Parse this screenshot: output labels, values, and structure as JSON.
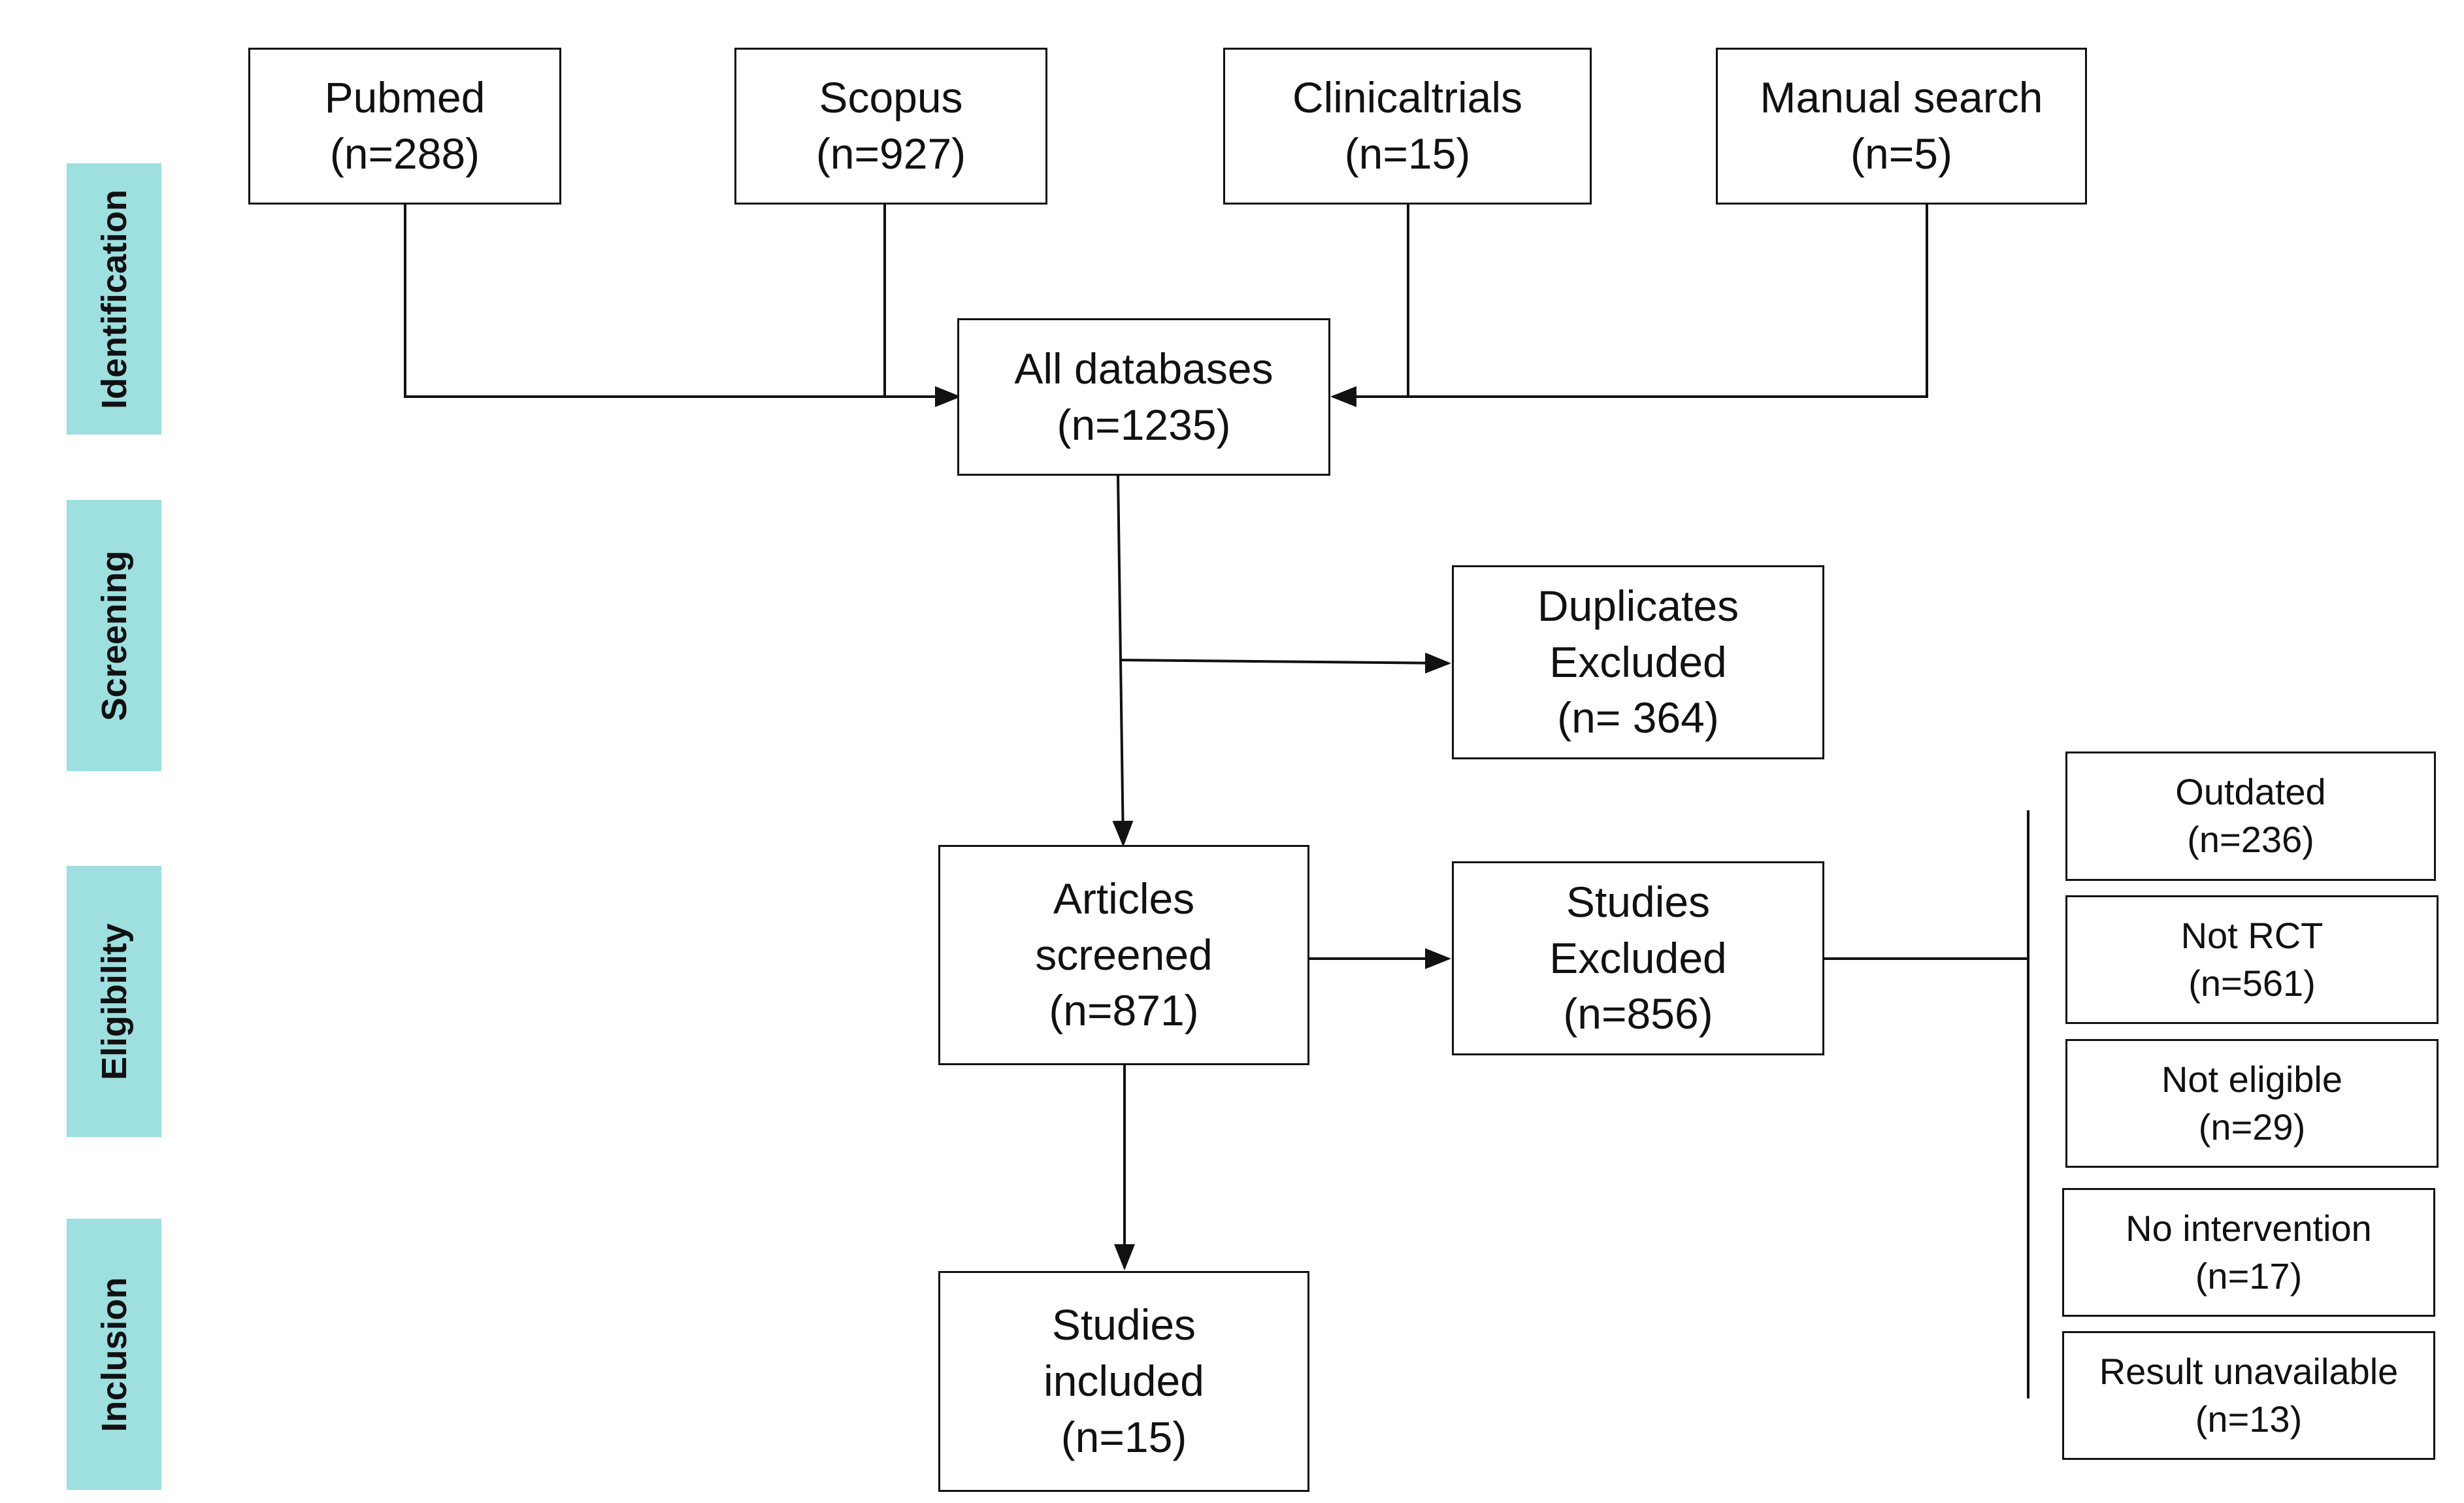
{
  "phases": {
    "identification": "Identification",
    "screening": "Screening",
    "eligibility": "Eligibility",
    "inclusion": "Inclusion"
  },
  "sources": {
    "pubmed": {
      "name": "Pubmed",
      "count": "(n=288)"
    },
    "scopus": {
      "name": "Scopus",
      "count": "(n=927)"
    },
    "clinicaltrials": {
      "name": "Clinicaltrials",
      "count": "(n=15)"
    },
    "manual": {
      "name": "Manual search",
      "count": "(n=5)"
    }
  },
  "all_databases": {
    "line1": "All databases",
    "count": "(n=1235)"
  },
  "duplicates": {
    "line1": "Duplicates",
    "line2": "Excluded",
    "count": "(n= 364)"
  },
  "articles_screened": {
    "line1": "Articles",
    "line2": "screened",
    "count": "(n=871)"
  },
  "studies_excluded": {
    "line1": "Studies",
    "line2": "Excluded",
    "count": "(n=856)"
  },
  "studies_included": {
    "line1": "Studies",
    "line2": "included",
    "count": "(n=15)"
  },
  "exclusion_reasons": {
    "outdated": {
      "label": "Outdated",
      "count": "(n=236)"
    },
    "not_rct": {
      "label": "Not RCT",
      "count": "(n=561)"
    },
    "not_eligible": {
      "label": "Not eligible",
      "count": "(n=29)"
    },
    "no_intervention": {
      "label": "No intervention",
      "count": "(n=17)"
    },
    "result_unavailable": {
      "label": "Result unavailable",
      "count": "(n=13)"
    }
  }
}
